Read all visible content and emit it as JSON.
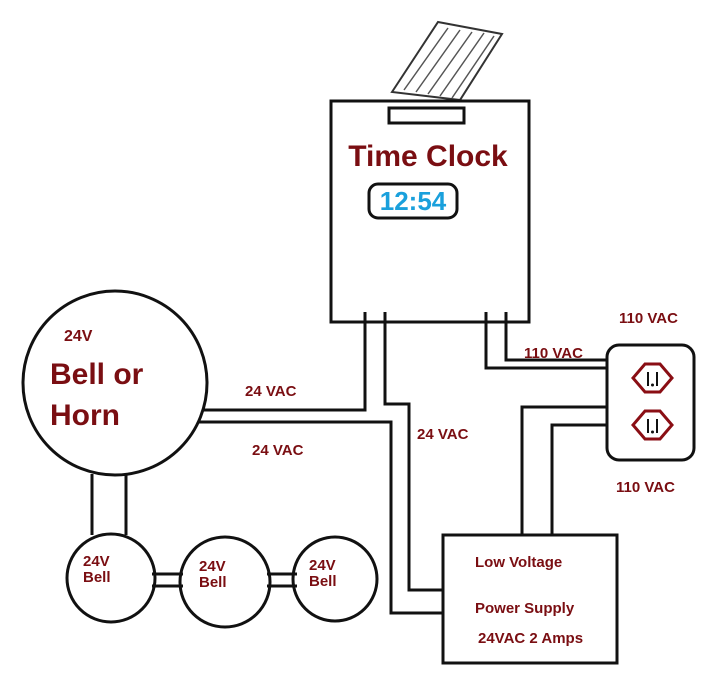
{
  "time_clock": {
    "title": "Time Clock",
    "display_time": "12:54"
  },
  "bell_horn": {
    "voltage": "24V",
    "label_line1": "Bell or",
    "label_line2": "Horn"
  },
  "bells": [
    {
      "voltage": "24V",
      "label": "Bell"
    },
    {
      "voltage": "24V",
      "label": "Bell"
    },
    {
      "voltage": "24V",
      "label": "Bell"
    }
  ],
  "wire_labels": {
    "horn_top": "24 VAC",
    "horn_bottom": "24 VAC",
    "clock_to_supply": "24 VAC",
    "clock_to_outlet": "110 VAC",
    "outlet_top": "110 VAC",
    "outlet_bottom": "110 VAC"
  },
  "power_supply": {
    "line1": "Low Voltage",
    "line2": "Power Supply",
    "line3": "24VAC  2 Amps"
  },
  "colors": {
    "label": "#7a0e12",
    "display": "#1aa0dc",
    "line": "#111111"
  }
}
